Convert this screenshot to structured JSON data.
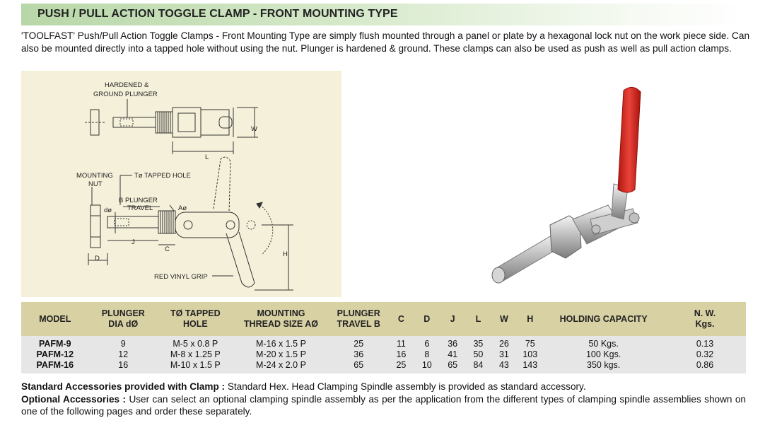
{
  "title": "PUSH / PULL ACTION TOGGLE CLAMP - FRONT MOUNTING TYPE",
  "intro": "'TOOLFAST'  Push/Pull Action Toggle Clamps - Front Mounting Type are simply flush mounted through a panel or plate by a hexagonal lock nut on the work piece side. Can also be mounted directly into a tapped hole without using the nut. Plunger is hardened & ground. These clamps can also be used as push as well as pull action clamps.",
  "drawing": {
    "hardened_1": "HARDENED &",
    "hardened_2": "GROUND PLUNGER",
    "dim_w": "W",
    "dim_l": "L",
    "mounting_1": "MOUNTING",
    "mounting_2": "NUT",
    "tapped_hole": "Tø TAPPED HOLE",
    "plunger_travel_1": "B PLUNGER",
    "plunger_travel_2": "TRAVEL",
    "dim_a": "Aø",
    "dim_d": "dø",
    "dim_j": "J",
    "dim_c": "C",
    "dim_dd": "D",
    "dim_h": "H",
    "grip": "RED VINYL GRIP"
  },
  "table": {
    "headers": [
      [
        "MODEL"
      ],
      [
        "PLUNGER",
        "DIA dØ"
      ],
      [
        "TØ TAPPED",
        "HOLE"
      ],
      [
        "MOUNTING",
        "THREAD SIZE AØ"
      ],
      [
        "PLUNGER",
        "TRAVEL B"
      ],
      [
        "C"
      ],
      [
        "D"
      ],
      [
        "J"
      ],
      [
        "L"
      ],
      [
        "W"
      ],
      [
        "H"
      ],
      [
        "HOLDING CAPACITY"
      ],
      [
        "N. W.",
        "Kgs."
      ]
    ],
    "rows": [
      [
        "PAFM-9",
        "9",
        "M-5 x 0.8 P",
        "M-16 x 1.5 P",
        "25",
        "11",
        "6",
        "36",
        "35",
        "26",
        "75",
        "50  Kgs.",
        "0.13"
      ],
      [
        "PAFM-12",
        "12",
        "M-8 x 1.25 P",
        "M-20 x 1.5 P",
        "36",
        "16",
        "8",
        "41",
        "50",
        "31",
        "103",
        "100 Kgs.",
        "0.32"
      ],
      [
        "PAFM-16",
        "16",
        "M-10 x 1.5 P",
        "M-24 x 2.0 P",
        "65",
        "25",
        "10",
        "65",
        "84",
        "43",
        "143",
        "350 kgs.",
        "0.86"
      ]
    ]
  },
  "footer": {
    "std_label": "Standard Accessories provided with Clamp :",
    "std_text": " Standard Hex. Head Clamping Spindle assembly is provided as standard accessory.",
    "opt_label": "Optional Accessories :",
    "opt_text": " User can select an optional clamping spindle assembly as per the application from the different types of clamping spindle assemblies shown on one of the following pages and order these separately."
  },
  "colors": {
    "title_bar": "#b8d7a8",
    "drawing_bg": "#f5f0da",
    "table_header": "#d8d1a4",
    "table_body": "#e6e6e6",
    "grip_red": "#d9271e"
  }
}
